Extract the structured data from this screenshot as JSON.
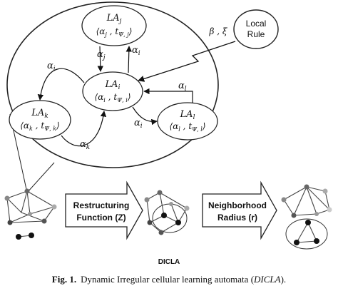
{
  "diagram": {
    "local_rule": {
      "line1": "Local",
      "line2": "Rule",
      "params": "β , ξ"
    },
    "nodes": {
      "la_j": {
        "name": "LA",
        "sub": "j",
        "tuple_a": "α",
        "tuple_a_sub": "j",
        "tuple_t": "t",
        "tuple_t_sub": "Ψ, j"
      },
      "la_i": {
        "name": "LA",
        "sub": "i",
        "tuple_a": "α",
        "tuple_a_sub": "i",
        "tuple_t": "t",
        "tuple_t_sub": "Ψ, i"
      },
      "la_k": {
        "name": "LA",
        "sub": "k",
        "tuple_a": "α",
        "tuple_a_sub": "k",
        "tuple_t": "t",
        "tuple_t_sub": "Ψ, k"
      },
      "la_l": {
        "name": "LA",
        "sub": "l",
        "tuple_a": "α",
        "tuple_a_sub": "l",
        "tuple_t": "t",
        "tuple_t_sub": "Ψ, l"
      }
    },
    "edge_labels": {
      "j_from_i": {
        "sym": "α",
        "sub": "i"
      },
      "i_from_j": {
        "sym": "α",
        "sub": "j"
      },
      "k_from_i": {
        "sym": "α",
        "sub": "i"
      },
      "i_from_k": {
        "sym": "α",
        "sub": "k"
      },
      "i_from_l": {
        "sym": "α",
        "sub": "l"
      },
      "l_from_i": {
        "sym": "α",
        "sub": "i"
      }
    },
    "stage1": {
      "line1": "Restructuring",
      "line2": "Function (Z)"
    },
    "stage2": {
      "line1": "Neighborhood",
      "line2": "Radius (r)"
    },
    "footer_label": "DICLA"
  },
  "caption": {
    "label": "Fig. 1.",
    "text": "Dynamic Irregular cellular learning automata (",
    "abbr": "DICLA",
    "end": ")."
  }
}
